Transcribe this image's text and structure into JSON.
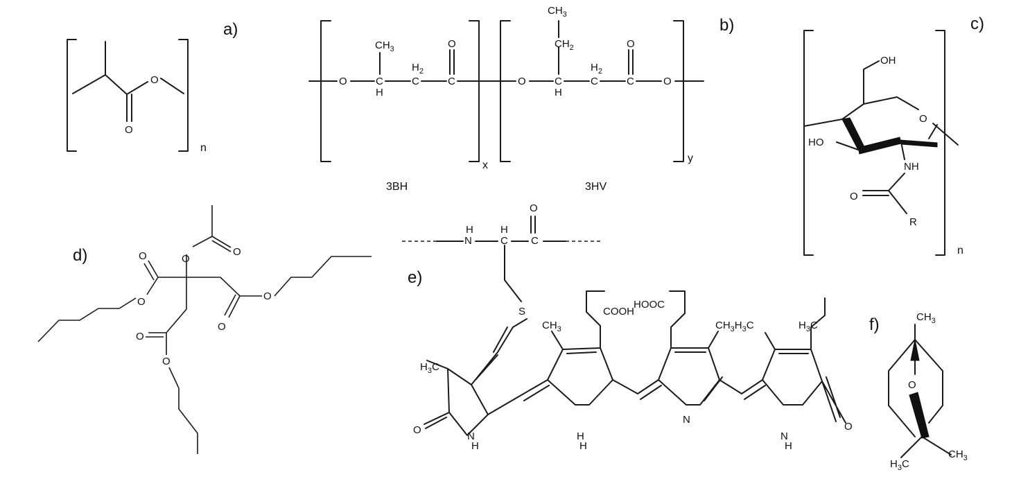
{
  "panels": {
    "a": {
      "label": "a)",
      "atoms": {
        "o1": "O",
        "o2": "O"
      },
      "subscript": "n"
    },
    "b": {
      "label": "b)",
      "atoms": {
        "o_left": "O",
        "ch3": "CH",
        "ch3_sub": "3",
        "h_left": "H",
        "h2_left": "H",
        "h2_left_sub": "2",
        "o_top_left": "O",
        "o_mid": "O",
        "ch3_right": "CH",
        "ch3_right_sub": "3",
        "ch2_right": "CH",
        "ch2_right_sub": "2",
        "h_right": "H",
        "h2_right": "H",
        "h2_right_sub": "2",
        "o_top_right": "O",
        "o_end": "O"
      },
      "subscript_x": "x",
      "subscript_y": "y",
      "caption_left": "3BH",
      "caption_right": "3HV"
    },
    "c": {
      "label": "c)",
      "atoms": {
        "oh_top": "OH",
        "o_ring": "O",
        "ho": "HO",
        "nh": "NH",
        "o_carbonyl": "O",
        "r": "R"
      },
      "subscript": "n"
    },
    "d": {
      "label": "d)",
      "atoms": {
        "o_acetyl_top": "O",
        "o_ester": "O",
        "o1": "O",
        "o2": "O",
        "o3": "O",
        "o4": "O",
        "o5": "O",
        "o6": "O"
      }
    },
    "e": {
      "label": "e)",
      "atoms": {
        "nh_top": "H",
        "n_top": "N",
        "h_alpha": "H",
        "o_top": "O",
        "s": "S",
        "cooh": "COOH",
        "hooc": "HOOC",
        "h3c_left": "H",
        "h3c_left_sub": "3",
        "h3c_left_c": "C",
        "ch3_mid": "CH",
        "ch3_mid_sub": "3",
        "ch3h3c": "CH",
        "ch3h3c_sub1": "3",
        "ch3h3c_mid": "H",
        "ch3h3c_sub2": "3",
        "ch3h3c_end": "C",
        "h3c_right": "H",
        "h3c_right_sub": "3",
        "h3c_right_c": "C",
        "o_left": "O",
        "nh1_n": "N",
        "nh1_h": "H",
        "nh2_h": "H",
        "nh2_n": "H",
        "n_mid": "N",
        "nh3_n": "N",
        "nh3_h": "H",
        "o_right": "O"
      }
    },
    "f": {
      "label": "f)",
      "atoms": {
        "ch3_top": "CH",
        "ch3_top_sub": "3",
        "o_bridge": "O",
        "h3c": "H",
        "h3c_sub": "3",
        "h3c_c": "C",
        "ch3_right": "CH",
        "ch3_right_sub": "3"
      }
    }
  }
}
